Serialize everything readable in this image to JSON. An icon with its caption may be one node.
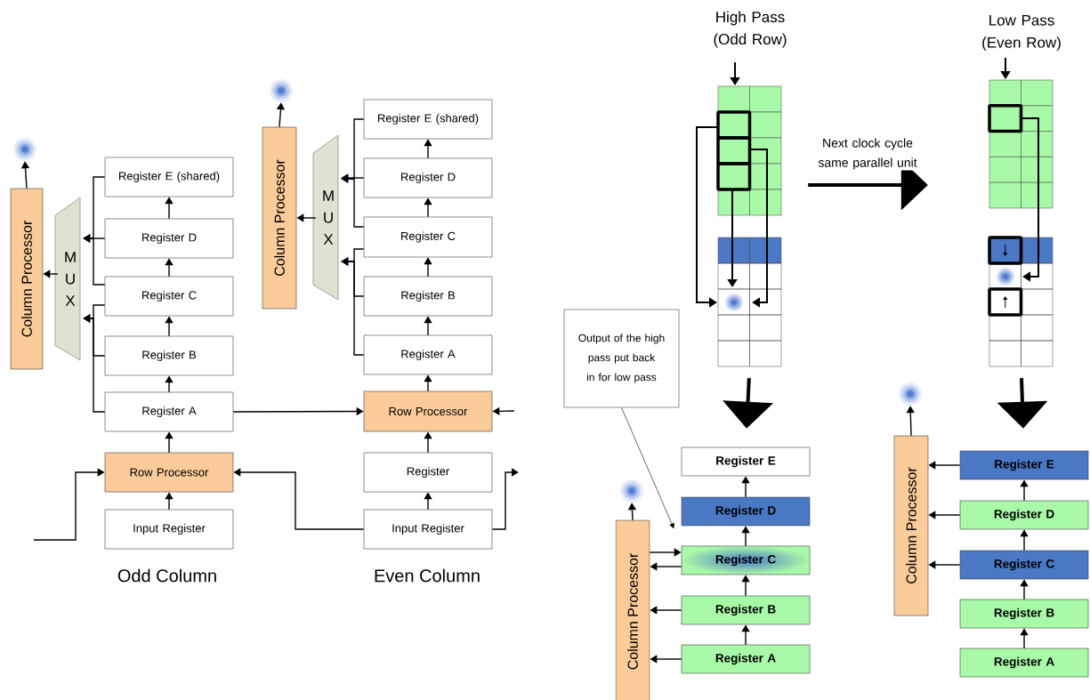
{
  "diagram": {
    "nodes": [
      {
        "text": [
          "Column Processor"
        ]
      },
      {
        "text": [
          "M U X"
        ]
      },
      {
        "text": [
          "Register E (shared)"
        ]
      },
      {
        "text": [
          "Register D"
        ]
      },
      {
        "text": [
          "Register C"
        ]
      },
      {
        "text": [
          "Register B"
        ]
      },
      {
        "text": [
          "Register A"
        ]
      },
      {
        "text": [
          "Row Processor"
        ]
      },
      {
        "text": [
          "Input Register"
        ]
      },
      {
        "text": [
          "Column Processor"
        ]
      },
      {
        "text": [
          "M U X"
        ]
      },
      {
        "text": [
          "Register E (shared)"
        ]
      },
      {
        "text": [
          "Register D"
        ]
      },
      {
        "text": [
          "Register C"
        ]
      },
      {
        "text": [
          "Register B"
        ]
      },
      {
        "text": [
          "Register A"
        ]
      },
      {
        "text": [
          "Row Processor"
        ]
      },
      {
        "text": [
          "Register"
        ]
      },
      {
        "text": [
          "Input Register"
        ]
      },
      {
        "text": [
          "Output of the high pass put back in for low pass"
        ]
      },
      {
        "text": [
          "High Pass (Odd Row)"
        ]
      },
      {
        "text": [
          "Low Pass (Even Row)"
        ]
      },
      {
        "text": [
          "Column Processor"
        ]
      },
      {
        "text": [
          "Register E"
        ]
      },
      {
        "text": [
          "Register D"
        ]
      },
      {
        "text": [
          "Register C"
        ]
      },
      {
        "text": [
          "Register B"
        ]
      },
      {
        "text": [
          "Register A"
        ]
      },
      {
        "text": [
          "Column Processor"
        ]
      },
      {
        "text": [
          "Register E"
        ]
      },
      {
        "text": [
          "Register D"
        ]
      },
      {
        "text": [
          "Register C"
        ]
      },
      {
        "text": [
          "Register B"
        ]
      },
      {
        "text": [
          "Register A"
        ]
      },
      {
        "text": [],
        "shape": "circle"
      },
      {
        "text": [],
        "shape": "circle"
      },
      {
        "text": [],
        "shape": "circle"
      },
      {
        "text": [],
        "shape": "circle"
      }
    ],
    "edges": [
      {
        "from": 8,
        "to": 7,
        "arrow": "to"
      },
      {
        "from": 7,
        "to": 6,
        "arrow": "to"
      },
      {
        "from": 6,
        "to": 5,
        "arrow": "to"
      },
      {
        "from": 5,
        "to": 4,
        "arrow": "to"
      },
      {
        "from": 4,
        "to": 3,
        "arrow": "to"
      },
      {
        "from": 3,
        "to": 2,
        "arrow": "to"
      },
      {
        "from": 2,
        "to": 1,
        "arrow": "to"
      },
      {
        "from": 3,
        "to": 1,
        "arrow": "to"
      },
      {
        "from": 4,
        "to": 1,
        "arrow": "to"
      },
      {
        "from": 4,
        "to": 1,
        "arrow": "to"
      },
      {
        "from": 5,
        "to": 1,
        "arrow": "to"
      },
      {
        "from": 6,
        "to": 1,
        "arrow": "to"
      },
      {
        "from": 1,
        "to": 0,
        "arrow": "to"
      },
      {
        "from": 0,
        "to": 34,
        "arrow": "to"
      },
      {
        "from": null,
        "to": 7,
        "arrow": "to"
      },
      {
        "from": 18,
        "to": 7,
        "arrow": "to"
      },
      {
        "from": 6,
        "to": 16,
        "arrow": "to"
      },
      {
        "from": null,
        "to": 16,
        "arrow": "to"
      },
      {
        "from": 18,
        "to": null,
        "arrow": "to"
      },
      {
        "from": 18,
        "to": 17,
        "arrow": "to"
      },
      {
        "from": 17,
        "to": 16,
        "arrow": "to"
      },
      {
        "from": 16,
        "to": 15,
        "arrow": "to"
      },
      {
        "from": 15,
        "to": 14,
        "arrow": "to"
      },
      {
        "from": 14,
        "to": 13,
        "arrow": "to"
      },
      {
        "from": 13,
        "to": 12,
        "arrow": "to"
      },
      {
        "from": 12,
        "to": 11,
        "arrow": "to"
      },
      {
        "from": 11,
        "to": 10,
        "arrow": "to"
      },
      {
        "from": 12,
        "to": 10,
        "arrow": "to"
      },
      {
        "from": 13,
        "to": 10,
        "arrow": "to"
      },
      {
        "from": 13,
        "to": 10,
        "arrow": "to"
      },
      {
        "from": 14,
        "to": 10,
        "arrow": "to"
      },
      {
        "from": 15,
        "to": 10,
        "arrow": "to"
      },
      {
        "from": 10,
        "to": 9,
        "arrow": "to"
      },
      {
        "from": 9,
        "to": 35,
        "arrow": "to"
      },
      {
        "from": 19,
        "to": 25,
        "arrow": "to"
      },
      {
        "from": 20,
        "to": 21,
        "arrow": "to",
        "label": "Next clock cycle same parallel unit",
        "style": "thick"
      },
      {
        "from": 20,
        "to": 23,
        "arrow": "to",
        "style": "thick"
      },
      {
        "from": 21,
        "to": 29,
        "arrow": "to",
        "style": "thick"
      },
      {
        "from": 27,
        "to": 26,
        "arrow": "to"
      },
      {
        "from": 26,
        "to": 25,
        "arrow": "to"
      },
      {
        "from": 25,
        "to": 24,
        "arrow": "to"
      },
      {
        "from": 24,
        "to": 23,
        "arrow": "to"
      },
      {
        "from": 22,
        "to": 25,
        "arrow": "to"
      },
      {
        "from": 25,
        "to": 22,
        "arrow": "to"
      },
      {
        "from": 26,
        "to": 22,
        "arrow": "to"
      },
      {
        "from": 27,
        "to": 22,
        "arrow": "to"
      },
      {
        "from": 22,
        "to": 36,
        "arrow": "to"
      },
      {
        "from": 33,
        "to": 32,
        "arrow": "to"
      },
      {
        "from": 32,
        "to": 31,
        "arrow": "to"
      },
      {
        "from": 31,
        "to": 30,
        "arrow": "to"
      },
      {
        "from": 30,
        "to": 29,
        "arrow": "to"
      },
      {
        "from": 29,
        "to": 28,
        "arrow": "to"
      },
      {
        "from": 30,
        "to": 28,
        "arrow": "to"
      },
      {
        "from": 31,
        "to": 28,
        "arrow": "to"
      },
      {
        "from": 28,
        "to": 37,
        "arrow": "to"
      }
    ],
    "labels": [
      "Odd Column",
      "Even Column"
    ]
  }
}
